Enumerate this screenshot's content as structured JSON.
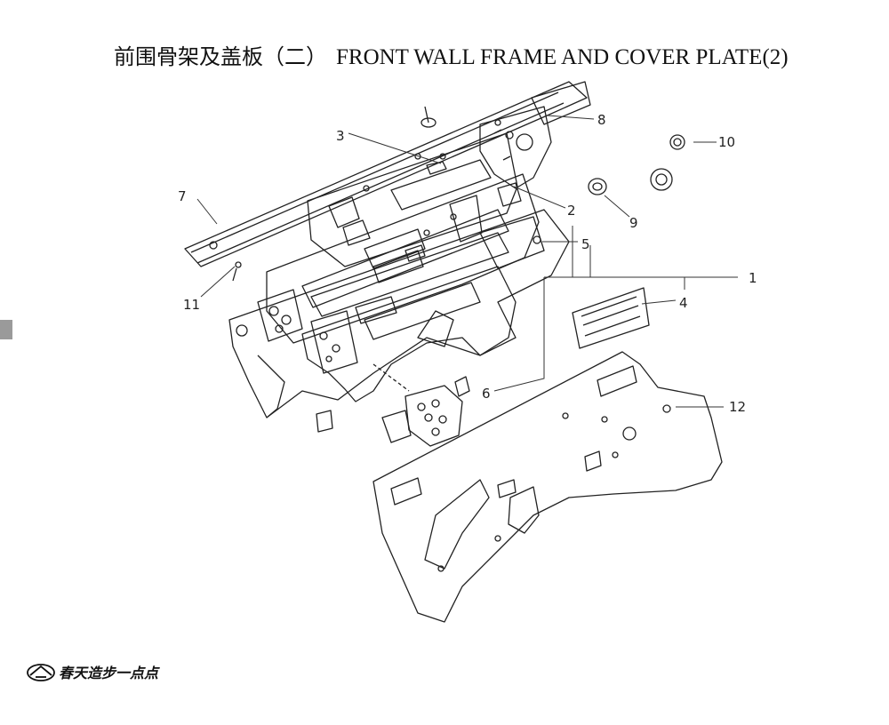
{
  "title": {
    "zh": "前围骨架及盖板（二）",
    "en": "FRONT WALL FRAME AND COVER PLATE(2)"
  },
  "callouts": [
    {
      "id": "1",
      "label": "1"
    },
    {
      "id": "2",
      "label": "2"
    },
    {
      "id": "3",
      "label": "3"
    },
    {
      "id": "4",
      "label": "4"
    },
    {
      "id": "5",
      "label": "5"
    },
    {
      "id": "6",
      "label": "6"
    },
    {
      "id": "7",
      "label": "7"
    },
    {
      "id": "8",
      "label": "8"
    },
    {
      "id": "9",
      "label": "9"
    },
    {
      "id": "10",
      "label": "10"
    },
    {
      "id": "11",
      "label": "11"
    },
    {
      "id": "12",
      "label": "12"
    }
  ],
  "footer": {
    "logo_icon": "brand-logo-icon",
    "logo_text": "春天造步一点点"
  }
}
